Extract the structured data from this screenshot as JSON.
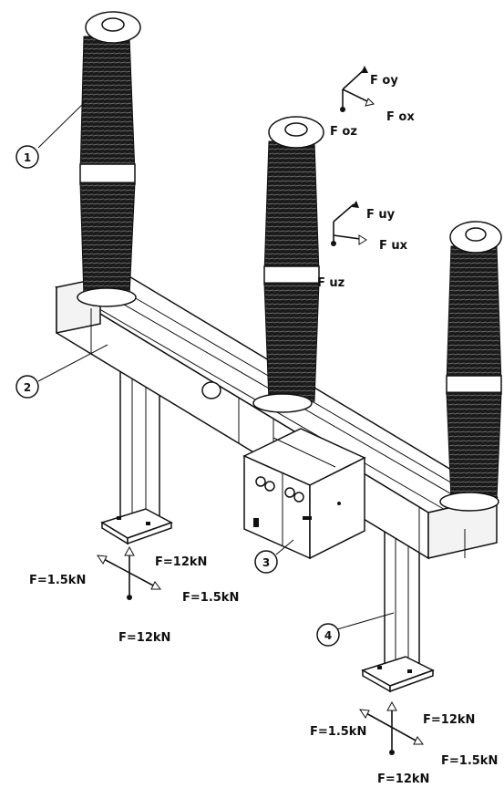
{
  "callouts": [
    "1",
    "2",
    "3",
    "4"
  ],
  "forces_top": {
    "y": "F oy",
    "x": "F ox",
    "z": "F oz"
  },
  "forces_mid": {
    "y": "F uy",
    "x": "F ux",
    "z": "F uz"
  },
  "forces_left_support": {
    "top_right": "F=12kN",
    "left": "F=1.5kN",
    "right": "F=1.5kN",
    "bottom": "F=12kN"
  },
  "forces_right_support": {
    "top_right": "F=12kN",
    "left": "F=1.5kN",
    "right": "F=1.5kN",
    "bottom": "F=12kN"
  }
}
